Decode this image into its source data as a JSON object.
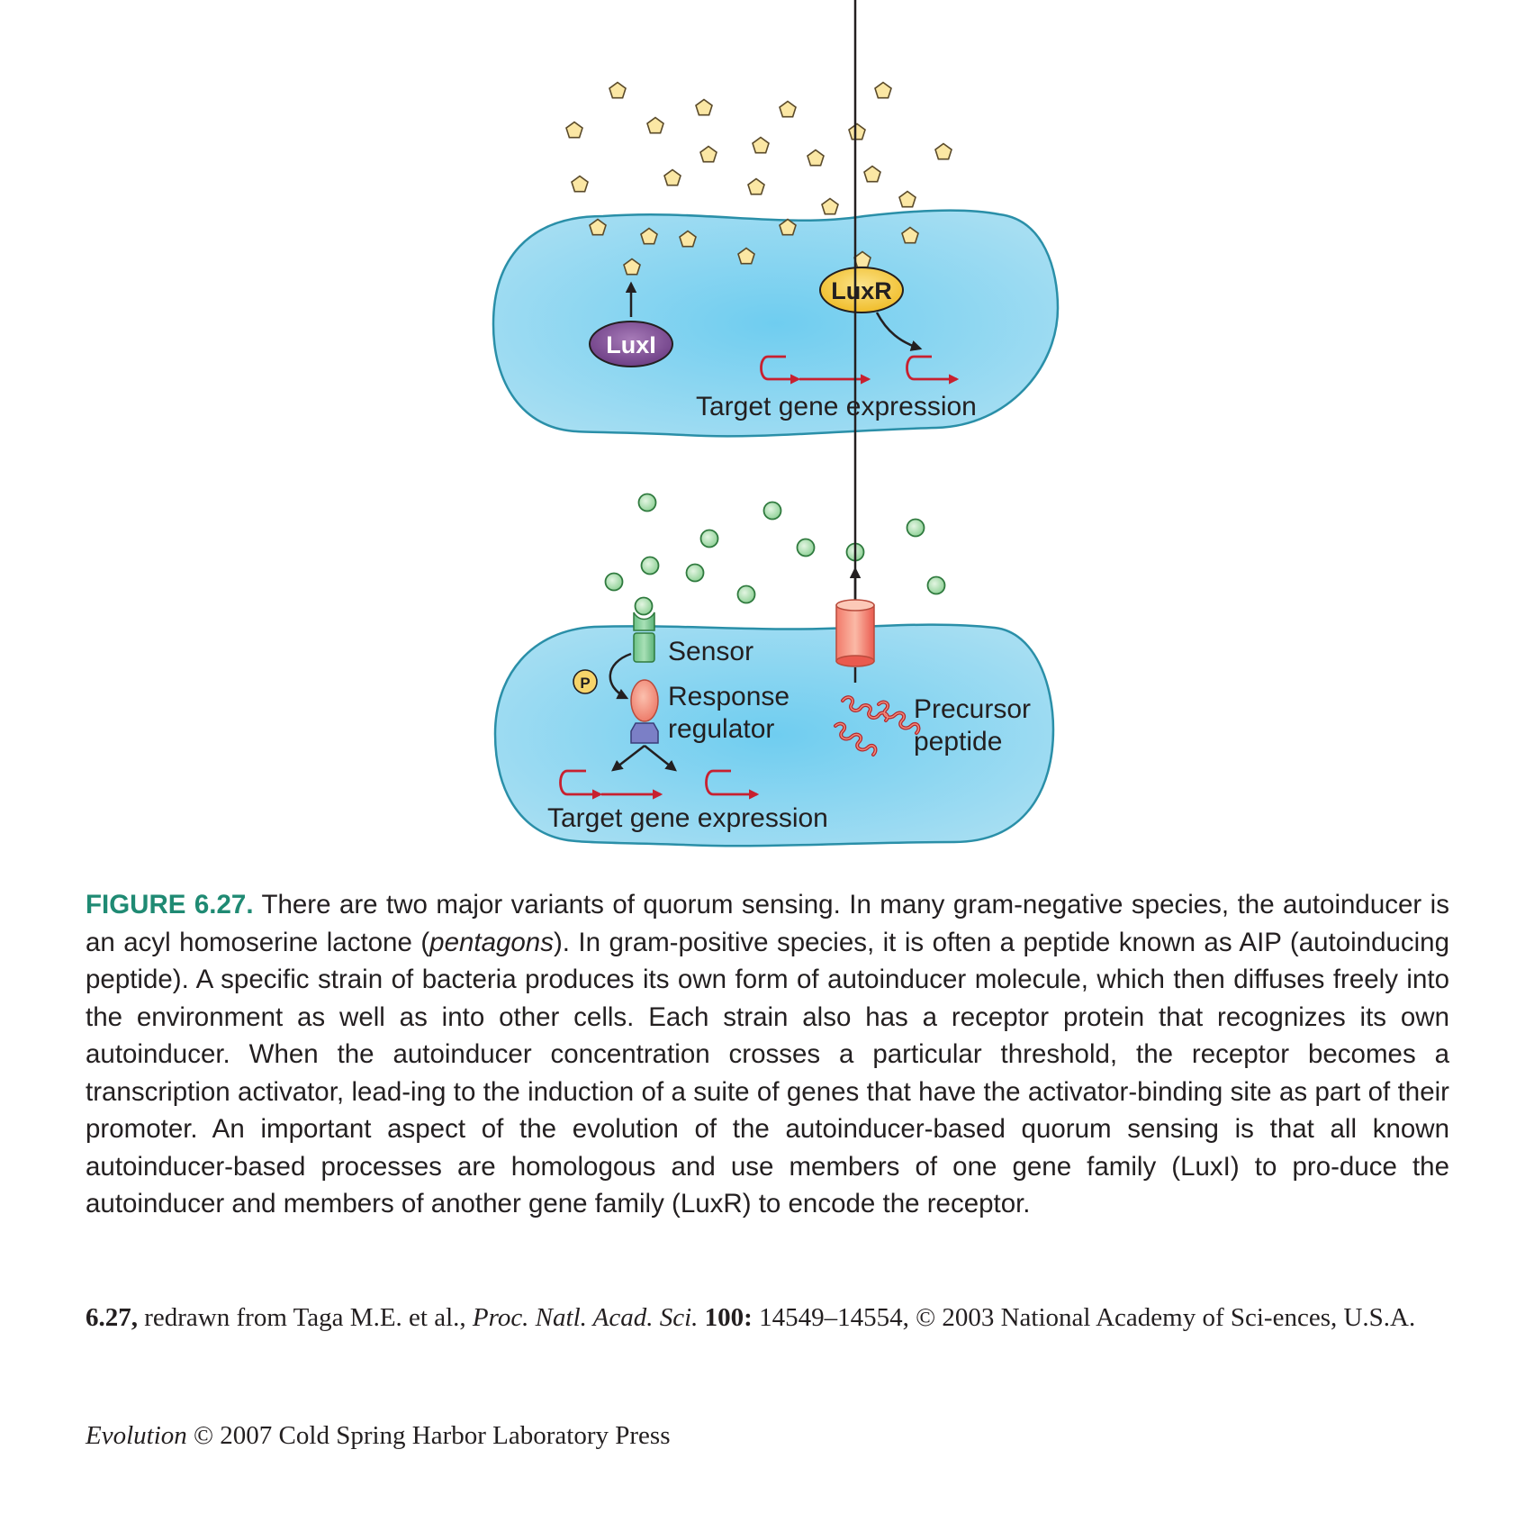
{
  "diagram": {
    "top_panel": {
      "luxi_label": "LuxI",
      "luxr_label": "LuxR",
      "target_label": "Target gene expression"
    },
    "bottom_panel": {
      "sensor_label": "Sensor",
      "phosphate_label": "P",
      "response_label_line1": "Response",
      "response_label_line2": "regulator",
      "precursor_label_line1": "Precursor",
      "precursor_label_line2": "peptide",
      "target_label": "Target gene expression"
    },
    "colors": {
      "cell_fill": "#9fdcf1",
      "cell_stroke": "#2a8fa8",
      "pentagon_fill": "#fbe7a4",
      "aip_fill": "#bfe6c2",
      "luxi_fill": "#8c58a0",
      "luxr_fill": "#f4cf55",
      "arrow_red": "#c8202f",
      "caption_accent": "#1f8a73"
    }
  },
  "caption": {
    "figure_label": "FIGURE 6.27.",
    "text_part1": " There are two major variants of quorum sensing. In many gram-negative species, the autoinducer is an acyl homoserine lactone (",
    "text_italic": "pentagons",
    "text_part2": "). In gram-positive species, it is often a peptide known as AIP (autoinducing peptide). A specific strain of bacteria produces its own form of autoinducer molecule, which then diffuses freely into the environment as well as into other cells. Each strain also has a receptor protein that recognizes its own autoinducer. When the autoinducer concentration crosses a particular threshold, the receptor becomes a transcription activator, lead-­ing to the induction of a suite of genes that have the activator-binding site as part of their promoter. An important aspect of the evolution of the autoinducer-based quorum sensing is that all known autoinducer-based processes are homologous and use members of one gene family (LuxI) to pro-­duce the autoinducer and members of another gene family (LuxR) to encode the receptor."
  },
  "credit": {
    "figure_ref": "6.27,",
    "text1": " redrawn from Taga M.E. et al., ",
    "journal": "Proc. Natl. Acad. Sci.",
    "volume": " 100:",
    "text2": " 14549–14554, © 2003 National Academy of Sci-­ences, U.S.A."
  },
  "copyright": {
    "book": "Evolution",
    "text": " © 2007 Cold Spring Harbor Laboratory Press"
  }
}
